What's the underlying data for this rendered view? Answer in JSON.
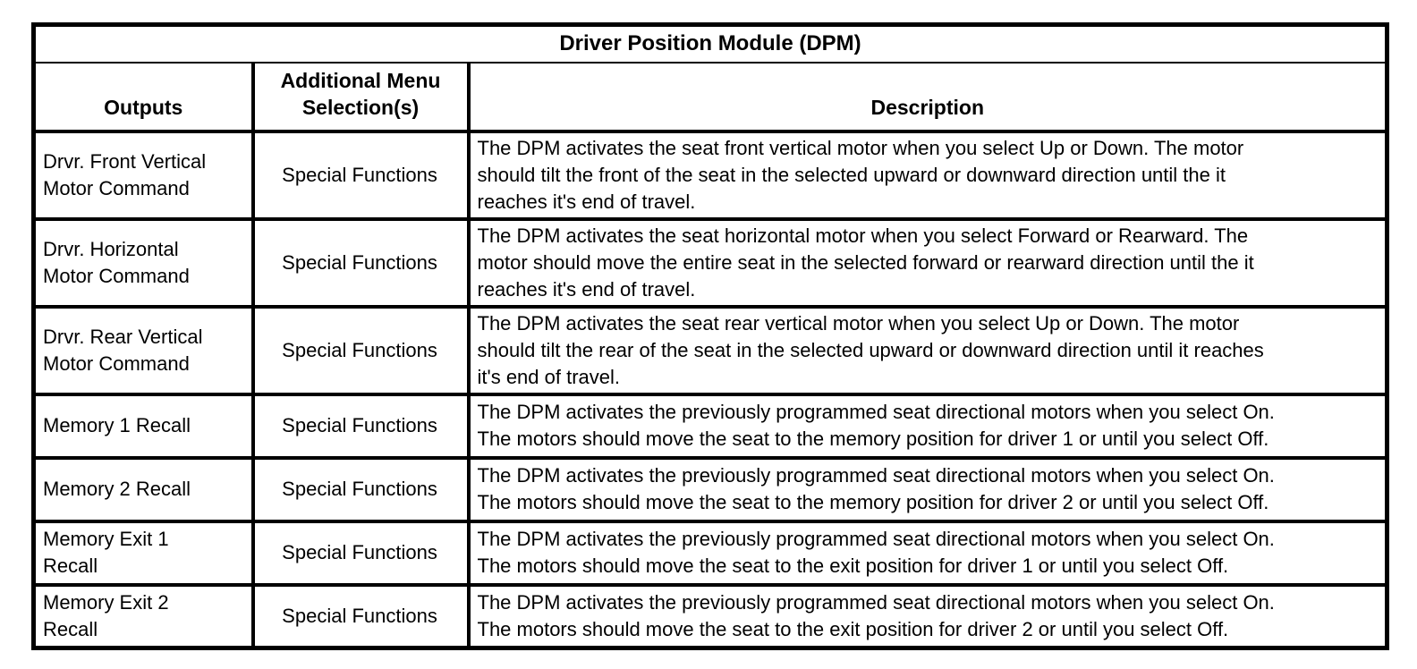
{
  "colors": {
    "border": "#000000",
    "background": "#ffffff",
    "text": "#000000"
  },
  "table": {
    "title": "Driver Position Module (DPM)",
    "columns": [
      "Outputs",
      "Additional Menu\nSelection(s)",
      "Description"
    ],
    "rows": [
      {
        "output": "Drvr. Front Vertical\nMotor Command",
        "menu": "Special Functions",
        "description": "The DPM activates the seat front vertical motor when you select Up or Down. The motor\nshould tilt the front of the seat in the selected upward or downward direction until the it\nreaches it's end of travel."
      },
      {
        "output": "Drvr. Horizontal\nMotor Command",
        "menu": "Special Functions",
        "description": "The DPM activates the seat horizontal motor when you select Forward or Rearward. The\nmotor should move the entire seat in the selected forward or rearward direction until the it\nreaches it's end of travel."
      },
      {
        "output": "Drvr. Rear Vertical\nMotor Command",
        "menu": "Special Functions",
        "description": "The DPM activates the seat rear vertical motor when you select Up or Down. The motor\nshould tilt the rear of the seat in the selected upward or downward direction until it reaches\nit's end of travel."
      },
      {
        "output": "Memory 1 Recall",
        "menu": "Special Functions",
        "description": "The DPM activates the previously programmed seat directional motors when you select On.\nThe motors should move the seat to the memory position for driver 1 or until you select Off."
      },
      {
        "output": "Memory 2 Recall",
        "menu": "Special Functions",
        "description": "The DPM activates the previously programmed seat directional motors when you select On.\nThe motors should move the seat to the memory position for driver 2 or until you select Off."
      },
      {
        "output": "Memory Exit 1\nRecall",
        "menu": "Special Functions",
        "description": "The DPM activates the previously programmed seat directional motors when you select On.\nThe motors should move the seat to the exit position for driver 1 or until you select Off."
      },
      {
        "output": "Memory Exit 2\nRecall",
        "menu": "Special Functions",
        "description": "The DPM activates the previously programmed seat directional motors when you select On.\nThe motors should move the seat to the exit position for driver 2 or until you select Off."
      }
    ]
  }
}
